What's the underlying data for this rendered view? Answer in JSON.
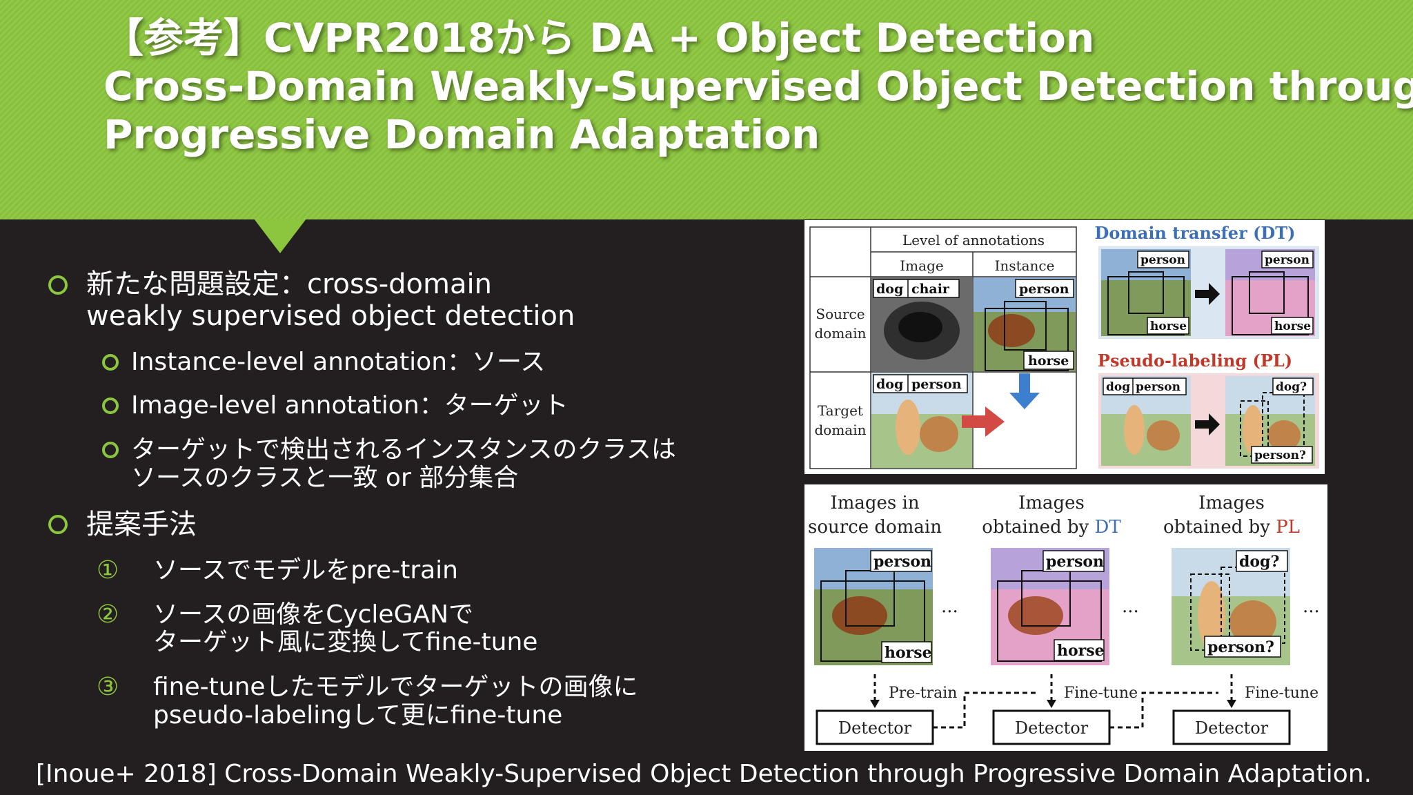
{
  "header": {
    "title_line1": "【参考】CVPR2018から DA + Object Detection",
    "title_line2": "Cross-Domain Weakly-Supervised Object Detection through",
    "title_line3": "Progressive Domain Adaptation"
  },
  "bullets": {
    "problem_line1": "新たな問題設定：cross-domain",
    "problem_line2": "weakly supervised object detection",
    "sub1": "Instance-level annotation：ソース",
    "sub2": "Image-level annotation：ターゲット",
    "sub3_line1": "ターゲットで検出されるインスタンスのクラスは",
    "sub3_line2": "ソースのクラスと一致 or 部分集合",
    "method": "提案手法",
    "step1_num": "①",
    "step1": "ソースでモデルをpre-train",
    "step2_num": "②",
    "step2_line1": "ソースの画像をCycleGANで",
    "step2_line2": "ターゲット風に変換してfine-tune",
    "step3_num": "③",
    "step3_line1": "fine-tuneしたモデルでターゲットの画像に",
    "step3_line2": "pseudo-labelingして更にfine-tune"
  },
  "figure_top": {
    "level_header": "Level of annotations",
    "col_image": "Image",
    "col_instance": "Instance",
    "row_source_1": "Source",
    "row_source_2": "domain",
    "row_target_1": "Target",
    "row_target_2": "domain",
    "lbl_dog": "dog",
    "lbl_chair": "chair",
    "lbl_person": "person",
    "lbl_horse": "horse",
    "dt_title": "Domain transfer (DT)",
    "pl_title": "Pseudo-labeling (PL)",
    "lbl_dog_q": "dog?",
    "lbl_person_q": "person?"
  },
  "figure_bottom": {
    "col1_line1": "Images in",
    "col1_line2": "source domain",
    "col2_line1": "Images",
    "col2_line2_a": "obtained by ",
    "col2_line2_b": "DT",
    "col3_line1": "Images",
    "col3_line2_a": "obtained by ",
    "col3_line2_b": "PL",
    "lbl_person": "person",
    "lbl_horse": "horse",
    "lbl_dog_q": "dog?",
    "lbl_person_q": "person?",
    "ellipsis": "...",
    "pretrain": "Pre-train",
    "finetune": "Fine-tune",
    "detector": "Detector"
  },
  "citation": "[Inoue+ 2018] Cross-Domain Weakly-Supervised Object Detection through Progressive Domain Adaptation.",
  "colors": {
    "header_green": "#8cc63f",
    "background": "#231f20",
    "dt_blue": "#3d6fb4",
    "pl_red": "#c0392b"
  }
}
